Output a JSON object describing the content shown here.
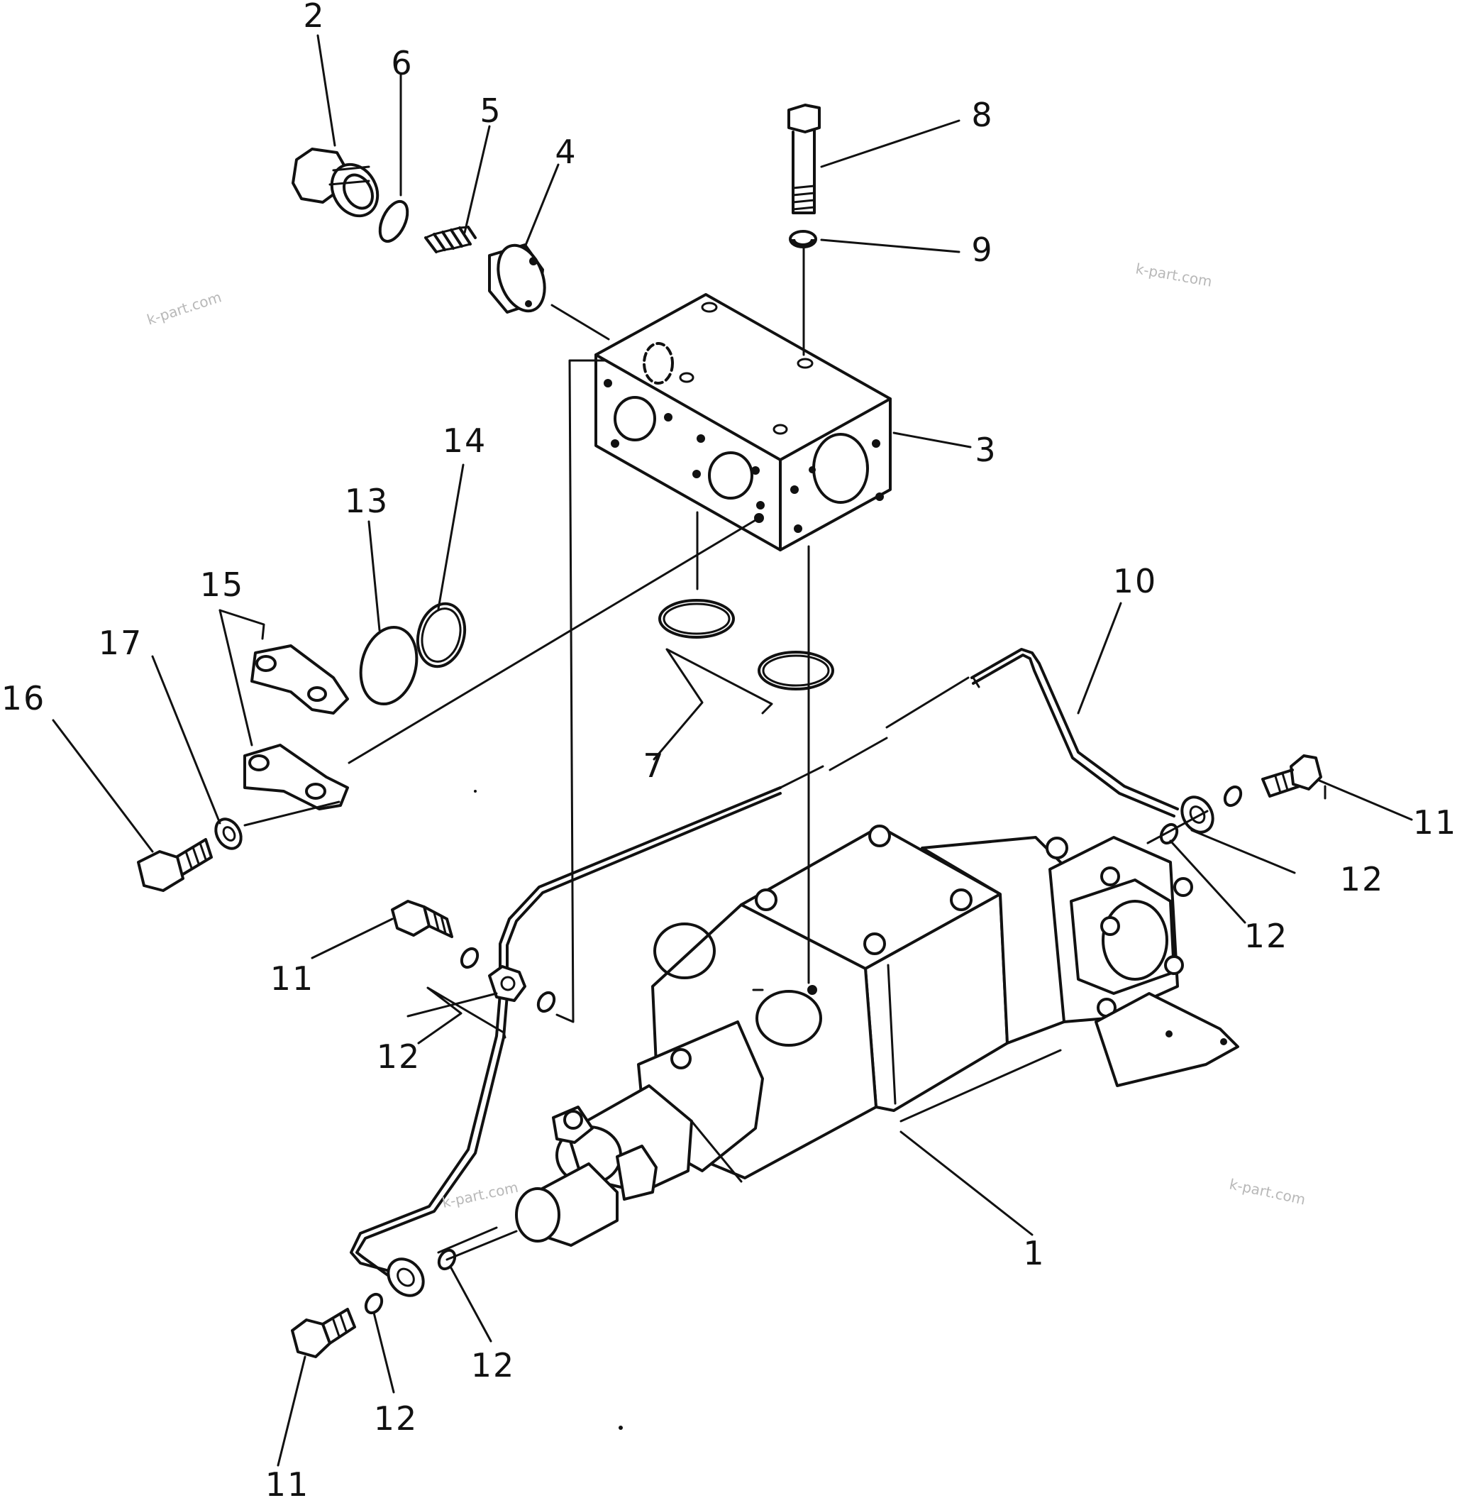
{
  "callouts": [
    {
      "id": "2",
      "label": "2"
    },
    {
      "id": "6",
      "label": "6"
    },
    {
      "id": "5",
      "label": "5"
    },
    {
      "id": "4",
      "label": "4"
    },
    {
      "id": "8",
      "label": "8"
    },
    {
      "id": "9",
      "label": "9"
    },
    {
      "id": "3",
      "label": "3"
    },
    {
      "id": "14",
      "label": "14"
    },
    {
      "id": "13",
      "label": "13"
    },
    {
      "id": "15",
      "label": "15"
    },
    {
      "id": "17",
      "label": "17"
    },
    {
      "id": "16",
      "label": "16"
    },
    {
      "id": "10",
      "label": "10"
    },
    {
      "id": "7",
      "label": "7"
    },
    {
      "id": "11a",
      "label": "11"
    },
    {
      "id": "12a",
      "label": "12"
    },
    {
      "id": "12b",
      "label": "12"
    },
    {
      "id": "11b",
      "label": "11"
    },
    {
      "id": "12c",
      "label": "12"
    },
    {
      "id": "1",
      "label": "1"
    },
    {
      "id": "12d",
      "label": "12"
    },
    {
      "id": "12e",
      "label": "12"
    },
    {
      "id": "11c",
      "label": "11"
    }
  ],
  "watermarks": [
    {
      "id": "wm1",
      "text": "k-part.com"
    },
    {
      "id": "wm2",
      "text": "k-part.com"
    },
    {
      "id": "wm3",
      "text": "k-part.com"
    },
    {
      "id": "wm4",
      "text": "k-part.com"
    }
  ]
}
